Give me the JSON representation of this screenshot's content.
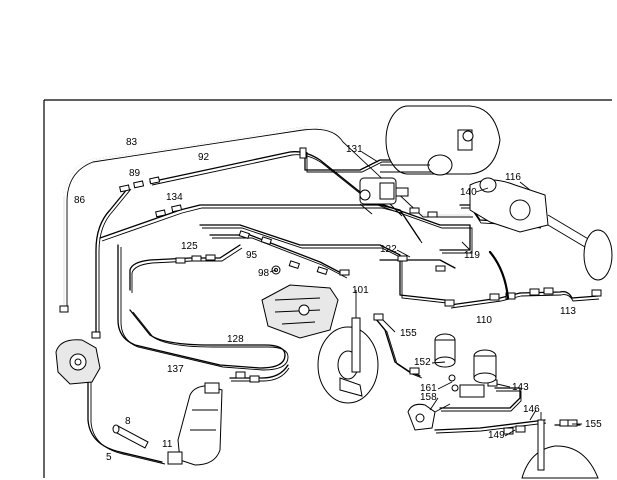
{
  "diagram": {
    "callouts": {
      "c83": "83",
      "c89": "89",
      "c92": "92",
      "c131": "131",
      "c86": "86",
      "c134": "134",
      "c140": "140",
      "c116": "116",
      "c125": "125",
      "c122": "122",
      "c95": "95",
      "c119": "119",
      "c98": "98",
      "c101": "101",
      "c110": "110",
      "c113": "113",
      "c155a": "155",
      "c128": "128",
      "c137": "137",
      "c152": "152",
      "c161": "161",
      "c143": "143",
      "c158": "158",
      "c8": "8",
      "c146": "146",
      "c155b": "155",
      "c11": "11",
      "c149": "149",
      "c5": "5"
    }
  }
}
